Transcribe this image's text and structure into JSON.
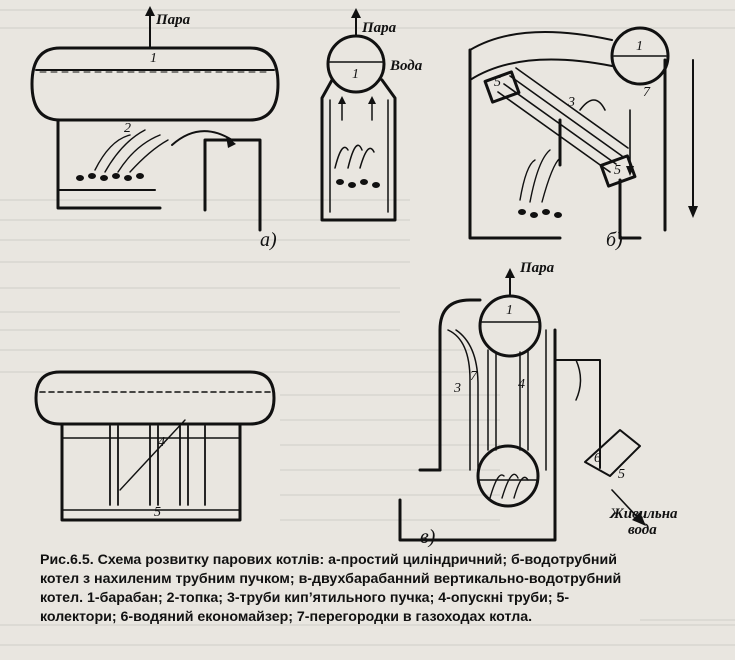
{
  "labels": {
    "steam": "Пара",
    "water": "Вода",
    "feed_water_1": "Живильна",
    "feed_water_2": "вода",
    "variant_a": "а)",
    "variant_b": "б)",
    "variant_c": "в)"
  },
  "numbers": [
    "1",
    "2",
    "3",
    "4",
    "5",
    "6",
    "7"
  ],
  "caption": {
    "lines": [
      "Рис.6.5. Схема розвитку парових котлів: а-простий циліндричний; б-водотрубний",
      "котел з нахиленим трубним пучком; в-двухбарабанний вертикально-водотрубний",
      "котел. 1-барабан; 2-топка; 3-труби кип’ятильного пучка; 4-опускні труби; 5-",
      "колектори;  6-водяний економайзер; 7-перегородки в газоходах котла."
    ]
  },
  "colors": {
    "paper": "#e9e6e0",
    "ink": "#111111"
  }
}
